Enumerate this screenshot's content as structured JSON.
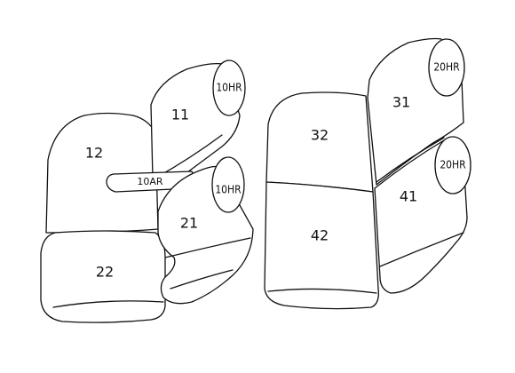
{
  "labels": {
    "part_11": "11",
    "part_12": "12",
    "part_21": "21",
    "part_22": "22",
    "part_31": "31",
    "part_32": "32",
    "part_41": "41",
    "part_42": "42",
    "headrest_10hr_top": "10HR",
    "headrest_10hr_bottom": "10HR",
    "headrest_20hr_top": "20HR",
    "headrest_20hr_bottom": "20HR",
    "armrest_10ar": "10AR"
  },
  "colors": {
    "line": "#111111",
    "fill": "#ffffff",
    "background": "#ffffff"
  }
}
